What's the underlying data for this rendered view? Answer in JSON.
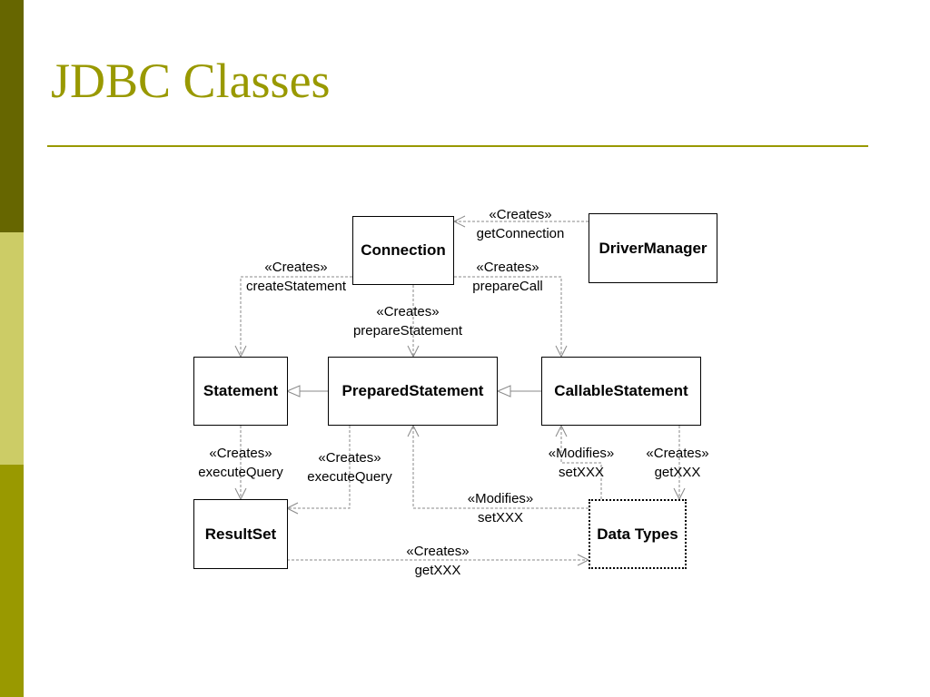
{
  "slide": {
    "title": "JDBC Classes"
  },
  "classes": {
    "connection": "Connection",
    "driver_manager": "DriverManager",
    "statement": "Statement",
    "prepared_statement": "PreparedStatement",
    "callable_statement": "CallableStatement",
    "result_set": "ResultSet",
    "data_types": "Data Types"
  },
  "relations": {
    "get_connection": {
      "stereotype": "«Creates»",
      "method": "getConnection"
    },
    "create_statement": {
      "stereotype": "«Creates»",
      "method": "createStatement"
    },
    "prepare_call": {
      "stereotype": "«Creates»",
      "method": "prepareCall"
    },
    "prepare_statement": {
      "stereotype": "«Creates»",
      "method": "prepareStatement"
    },
    "execute_query_1": {
      "stereotype": "«Creates»",
      "method": "executeQuery"
    },
    "execute_query_2": {
      "stereotype": "«Creates»",
      "method": "executeQuery"
    },
    "modifies_callable": {
      "stereotype": "«Modifies»",
      "method": "setXXX"
    },
    "creates_getxxx_callable": {
      "stereotype": "«Creates»",
      "method": "getXXX"
    },
    "modifies_prepared": {
      "stereotype": "«Modifies»",
      "method": "setXXX"
    },
    "creates_getxxx_resultset": {
      "stereotype": "«Creates»",
      "method": "getXXX"
    }
  },
  "colors": {
    "band_dark": "#666600",
    "band_light": "#cccc66",
    "band_mid": "#999900",
    "accent": "#999900"
  }
}
